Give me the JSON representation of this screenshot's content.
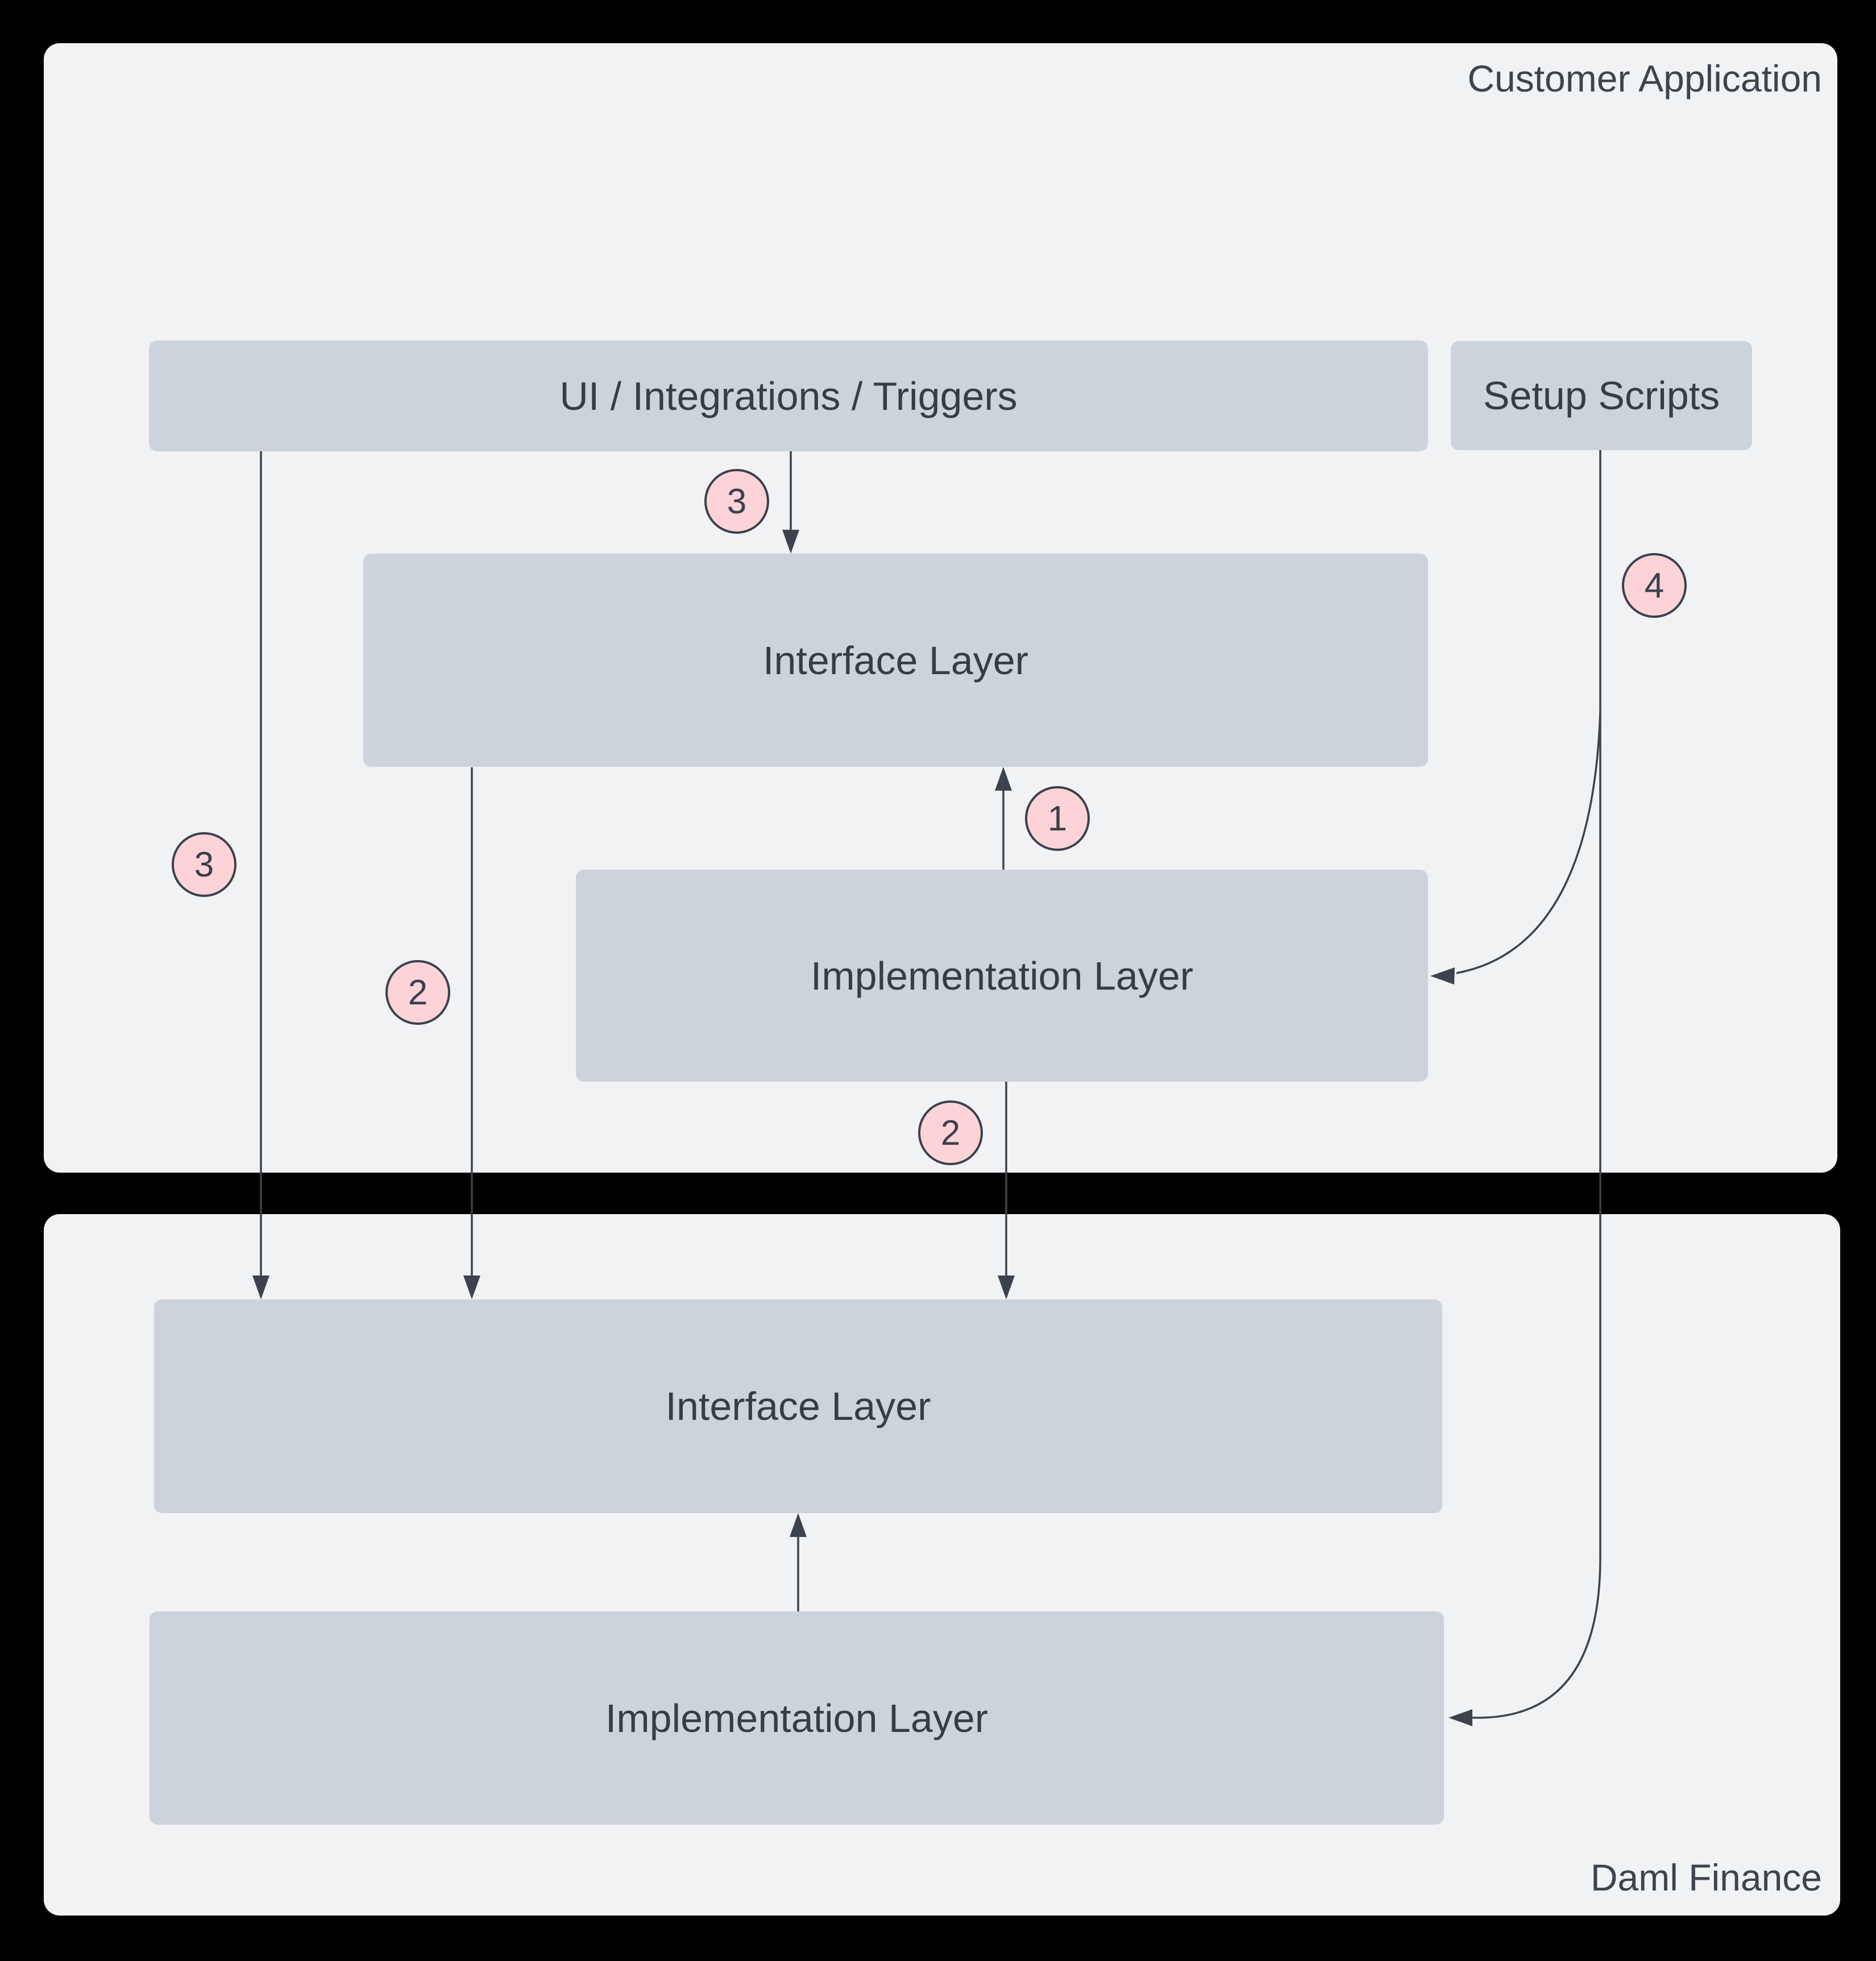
{
  "diagram": {
    "containers": {
      "customer": {
        "label": "Customer Application"
      },
      "daml": {
        "label": "Daml Finance"
      }
    },
    "boxes": {
      "ui": {
        "label": "UI / Integrations / Triggers"
      },
      "setup": {
        "label": "Setup Scripts"
      },
      "iface1": {
        "label": "Interface Layer"
      },
      "impl1": {
        "label": "Implementation Layer"
      },
      "iface2": {
        "label": "Interface Layer"
      },
      "impl2": {
        "label": "Implementation Layer"
      }
    },
    "badges": [
      {
        "id": "step-3-ui-to-app-interface",
        "value": "3"
      },
      {
        "id": "step-1-impl-to-interface",
        "value": "1"
      },
      {
        "id": "step-2-impl-to-finance-interface",
        "value": "2"
      },
      {
        "id": "step-3-ui-to-finance-interface",
        "value": "3"
      },
      {
        "id": "step-2-interface-to-finance-interface",
        "value": "2"
      },
      {
        "id": "step-4-setup-scripts",
        "value": "4"
      }
    ],
    "colors": {
      "page_background": "#000000",
      "container_fill": "#f1f2f4",
      "box_fill": "#cdd3db",
      "badge_fill": "#fdd3d7",
      "line_stroke": "#3c434d",
      "text": "#373d45"
    }
  }
}
